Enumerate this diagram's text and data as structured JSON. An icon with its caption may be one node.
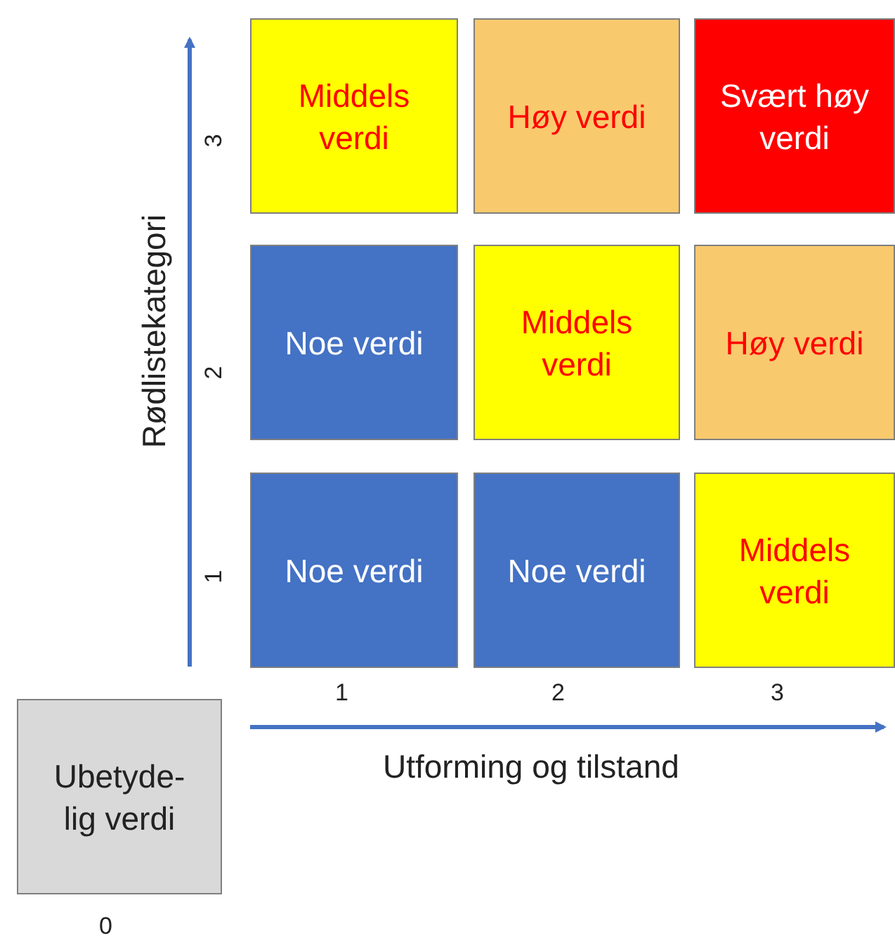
{
  "diagram": {
    "nodes": [
      {
        "text": [
          "Middels verdi"
        ]
      },
      {
        "text": [
          "Høy verdi"
        ]
      },
      {
        "text": [
          "Svært høy verdi"
        ]
      },
      {
        "text": [
          "Noe verdi"
        ]
      },
      {
        "text": [
          "Middels verdi"
        ]
      },
      {
        "text": [
          "Høy verdi"
        ]
      },
      {
        "text": [
          "Noe verdi"
        ]
      },
      {
        "text": [
          "Noe verdi"
        ]
      },
      {
        "text": [
          "Middels verdi"
        ]
      },
      {
        "text": [
          "Ubetyde- lig verdi"
        ]
      }
    ],
    "edges": [],
    "labels": [
      "Rødlistekategori",
      "3",
      "2",
      "1",
      "1",
      "2",
      "3",
      "Utforming og tilstand",
      "0"
    ]
  }
}
